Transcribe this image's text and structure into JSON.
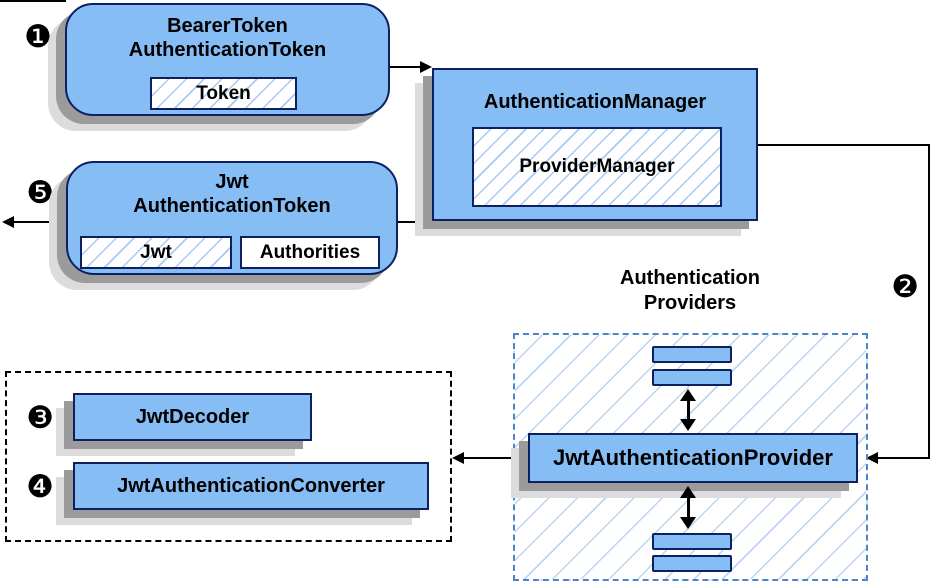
{
  "colors": {
    "node_fill": "#87BDF5",
    "node_border": "#0D2160",
    "hatch_line": "#A9C9F0",
    "hatch_line_light": "#BAD4F4",
    "dashed_blue_border": "#4C84C9",
    "shadow_dark": "#9B9B9B",
    "shadow_light": "#DCDCDC",
    "line_color": "#000000"
  },
  "badges": {
    "step1": "❶",
    "step2": "❷",
    "step3": "❸",
    "step4": "❹",
    "step5": "❺"
  },
  "bearer_token_node": {
    "title_line1": "BearerToken",
    "title_line2": "AuthenticationToken",
    "chip": "Token"
  },
  "authentication_manager_node": {
    "title": "AuthenticationManager",
    "chip": "ProviderManager"
  },
  "jwt_authentication_token_node": {
    "title_line1": "Jwt",
    "title_line2": "AuthenticationToken",
    "chip_jwt": "Jwt",
    "chip_authorities": "Authorities"
  },
  "authentication_providers_group": {
    "label_line1": "Authentication",
    "label_line2": "Providers"
  },
  "jwt_authentication_provider_node": {
    "title": "JwtAuthenticationProvider"
  },
  "jwt_decoder_node": {
    "title": "JwtDecoder"
  },
  "jwt_authentication_converter_node": {
    "title": "JwtAuthenticationConverter"
  }
}
